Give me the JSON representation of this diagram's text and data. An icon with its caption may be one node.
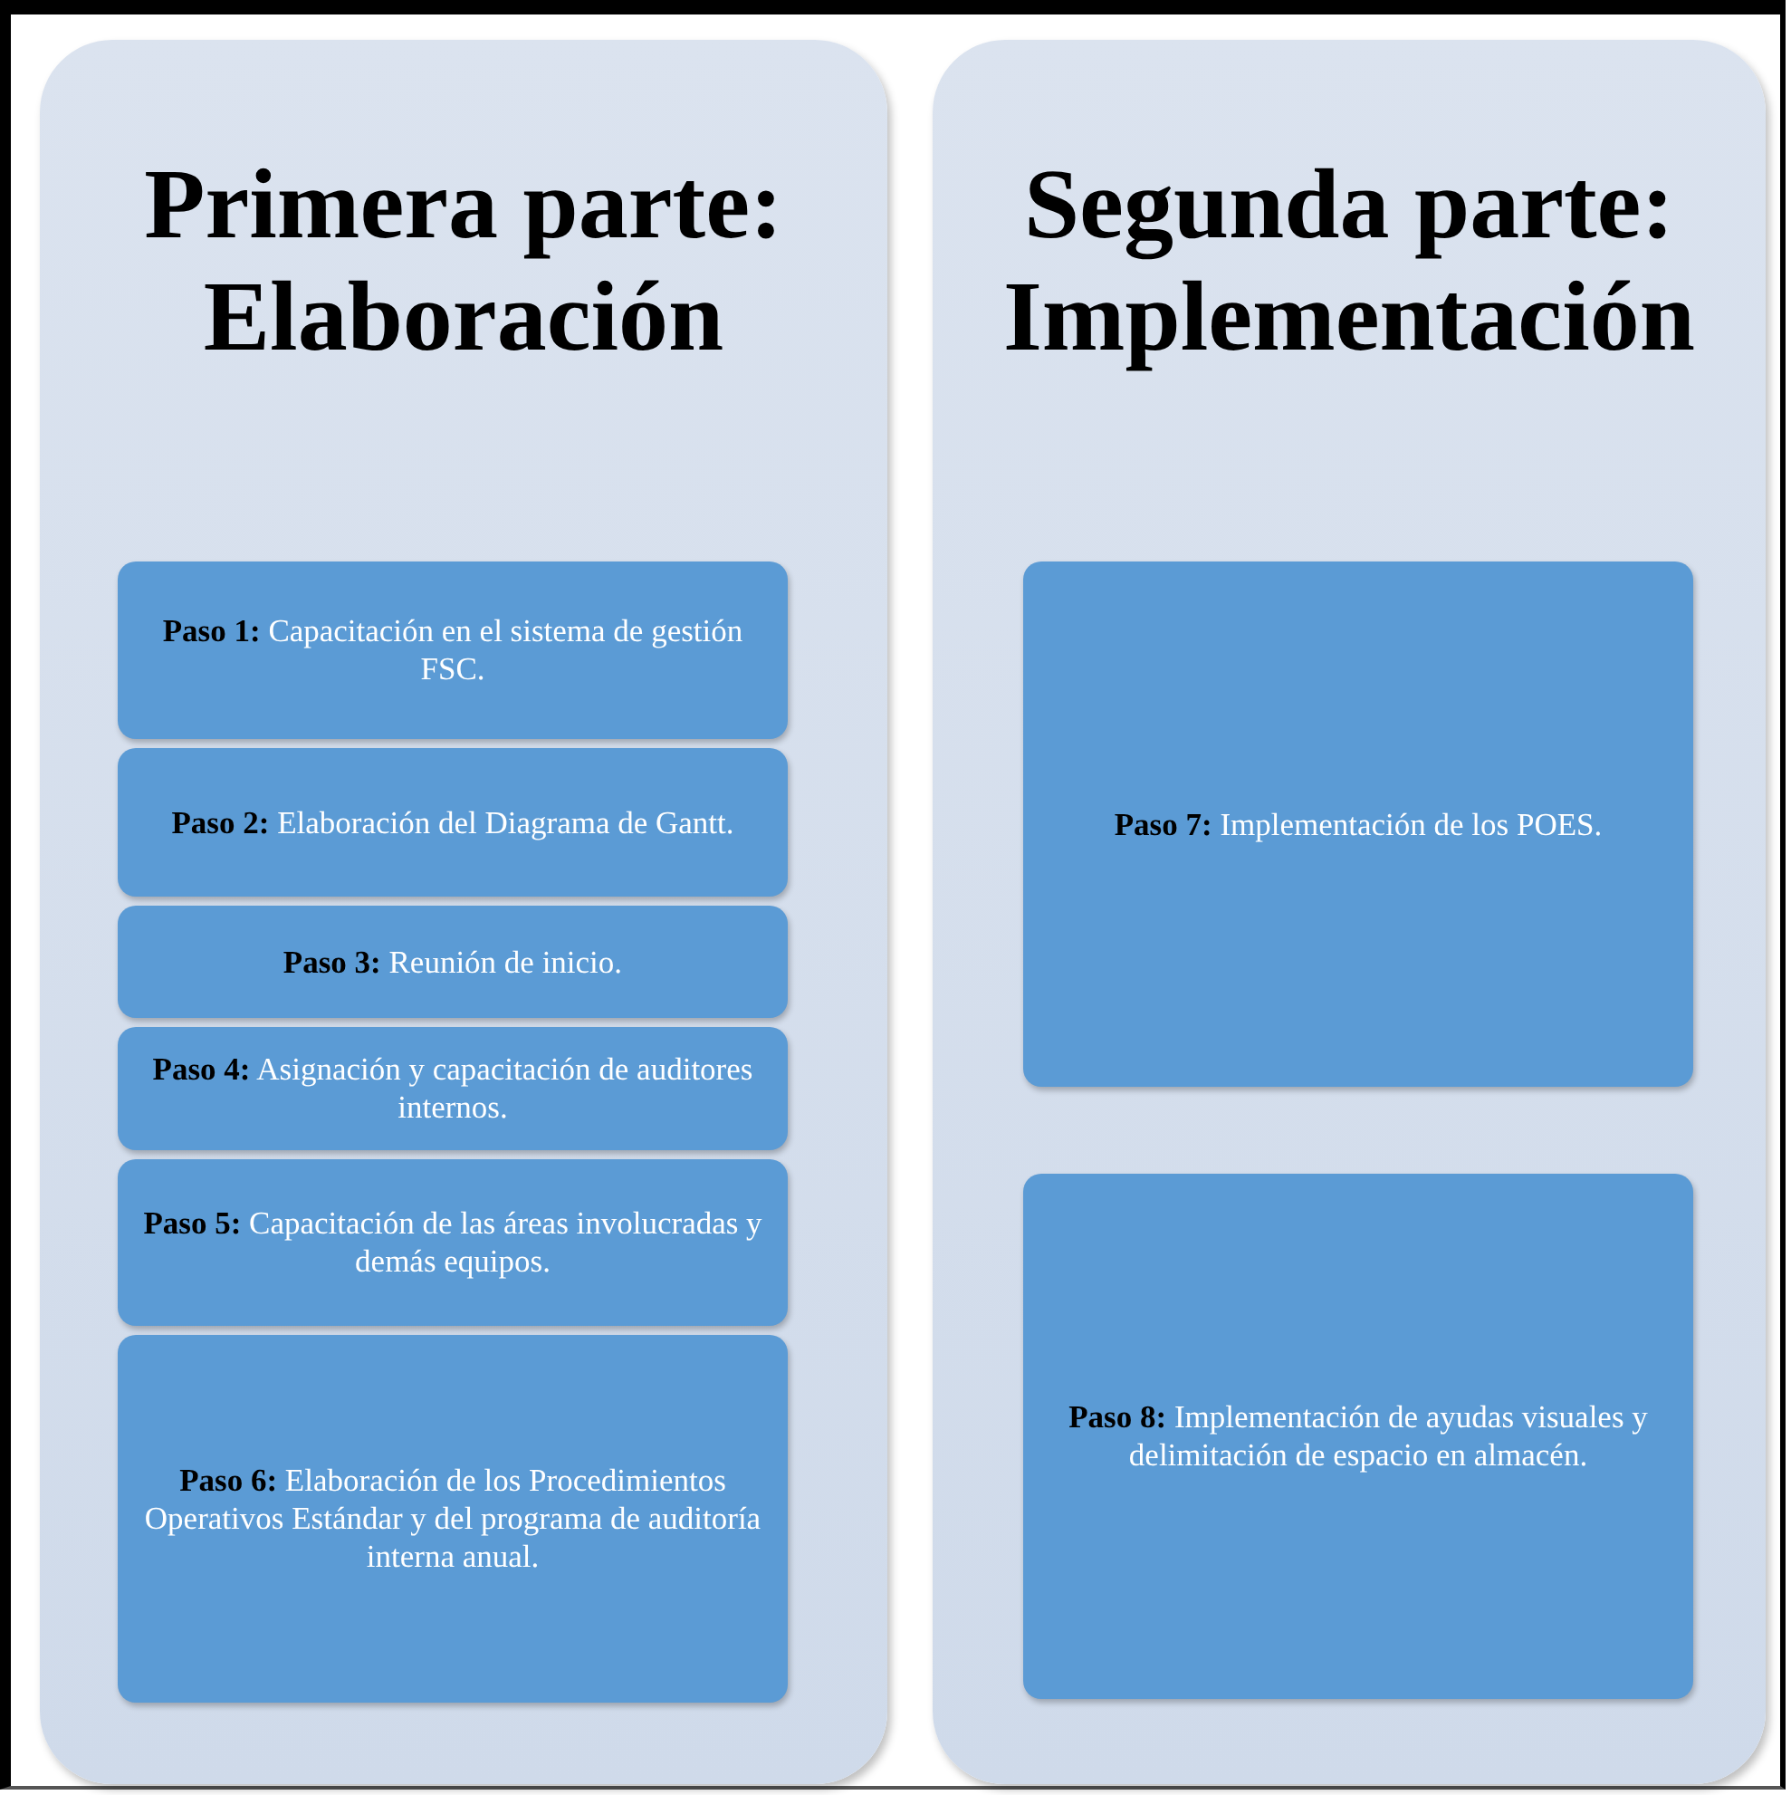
{
  "diagram": {
    "nodes": [
      {
        "text": [
          "Primera parte: Elaboración"
        ]
      },
      {
        "text": [
          "**Paso 1:** Capacitación en el sistema de gestión FSC."
        ],
        "in": 0
      },
      {
        "text": [
          "**Paso 2:** Elaboración del Diagrama de Gantt."
        ],
        "in": 0
      },
      {
        "text": [
          "**Paso 3:** Reunión de inicio."
        ],
        "in": 0
      },
      {
        "text": [
          "**Paso 4:** Asignación y capacitación de auditores internos."
        ],
        "in": 0
      },
      {
        "text": [
          "**Paso 5:** Capacitación de las áreas involucradas y demás equipos."
        ],
        "in": 0
      },
      {
        "text": [
          "**Paso 6:** Elaboración de los Procedimientos Operativos Estándar y del programa de auditoría interna anual."
        ],
        "in": 0
      },
      {
        "text": [
          "Segunda parte: Implementación"
        ]
      },
      {
        "text": [
          "**Paso 7:** Implementación de los POES."
        ],
        "in": 7
      },
      {
        "text": [
          "**Paso 8:** Implementación de ayudas visuales y delimitación de espacio en almacén."
        ],
        "in": 7
      }
    ]
  }
}
